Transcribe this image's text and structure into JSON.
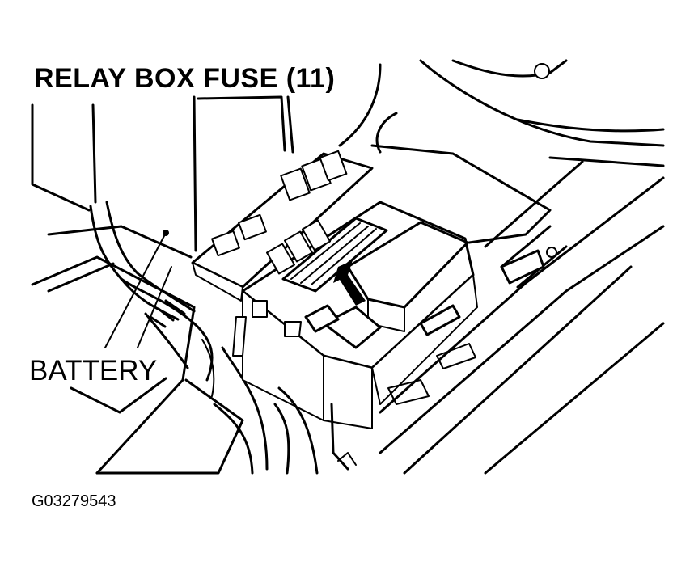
{
  "diagram": {
    "title": "RELAY BOX FUSE (11)",
    "callouts": {
      "battery": "BATTERY"
    },
    "figure_id": "G03279543",
    "colors": {
      "line": "#000000",
      "background": "#ffffff"
    }
  }
}
